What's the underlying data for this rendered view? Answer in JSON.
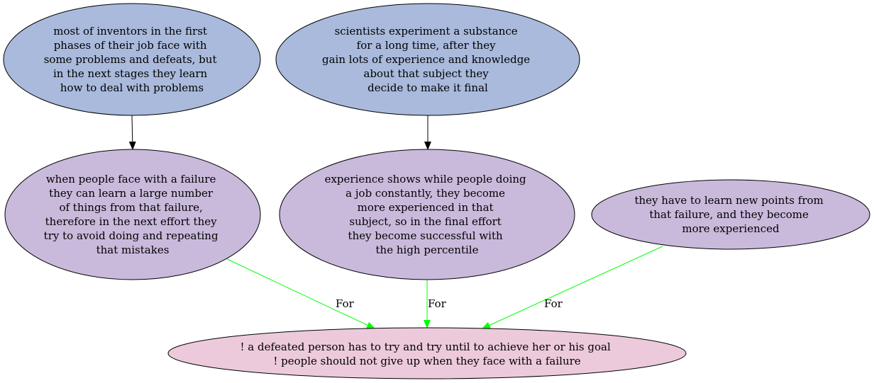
{
  "colors": {
    "top_fill": "#a9badc",
    "middle_fill": "#c9badc",
    "bottom_fill": "#eccadc",
    "stroke": "#000000",
    "support_edge": "#00ff00",
    "plain_edge": "#000000"
  },
  "nodes": {
    "inventors": {
      "lines": [
        "most of inventors in the first",
        "phases of their job face with",
        "some problems and defeats, but",
        "in the next stages they learn",
        "how to deal with problems"
      ]
    },
    "scientists": {
      "lines": [
        "scientists experiment a substance",
        "for a long time, after they",
        "gain lots of experience and knowledge",
        "about that subject they",
        "decide to make it final"
      ]
    },
    "failure_learning": {
      "lines": [
        "when people face with a failure",
        "they can learn a large number",
        "of things from that failure,",
        "therefore in the next effort they",
        "try to avoid doing and repeating",
        "that mistakes"
      ]
    },
    "experience": {
      "lines": [
        "experience shows while people doing",
        "a job constantly, they become",
        "more experienced in that",
        "subject, so in the final effort",
        "they become successful with",
        "the high percentile"
      ]
    },
    "new_points": {
      "lines": [
        "they have to learn new points from",
        "that failure, and they become",
        "more experienced"
      ]
    },
    "conclusion": {
      "lines": [
        "! a defeated person has to try and try until to achieve her or his goal",
        "! people should not give up when they face with a failure"
      ]
    }
  },
  "edges": {
    "e1": {
      "from": "inventors",
      "to": "failure_learning",
      "label": ""
    },
    "e2": {
      "from": "scientists",
      "to": "experience",
      "label": ""
    },
    "e3": {
      "from": "failure_learning",
      "to": "conclusion",
      "label": "For"
    },
    "e4": {
      "from": "experience",
      "to": "conclusion",
      "label": "For"
    },
    "e5": {
      "from": "new_points",
      "to": "conclusion",
      "label": "For"
    }
  }
}
